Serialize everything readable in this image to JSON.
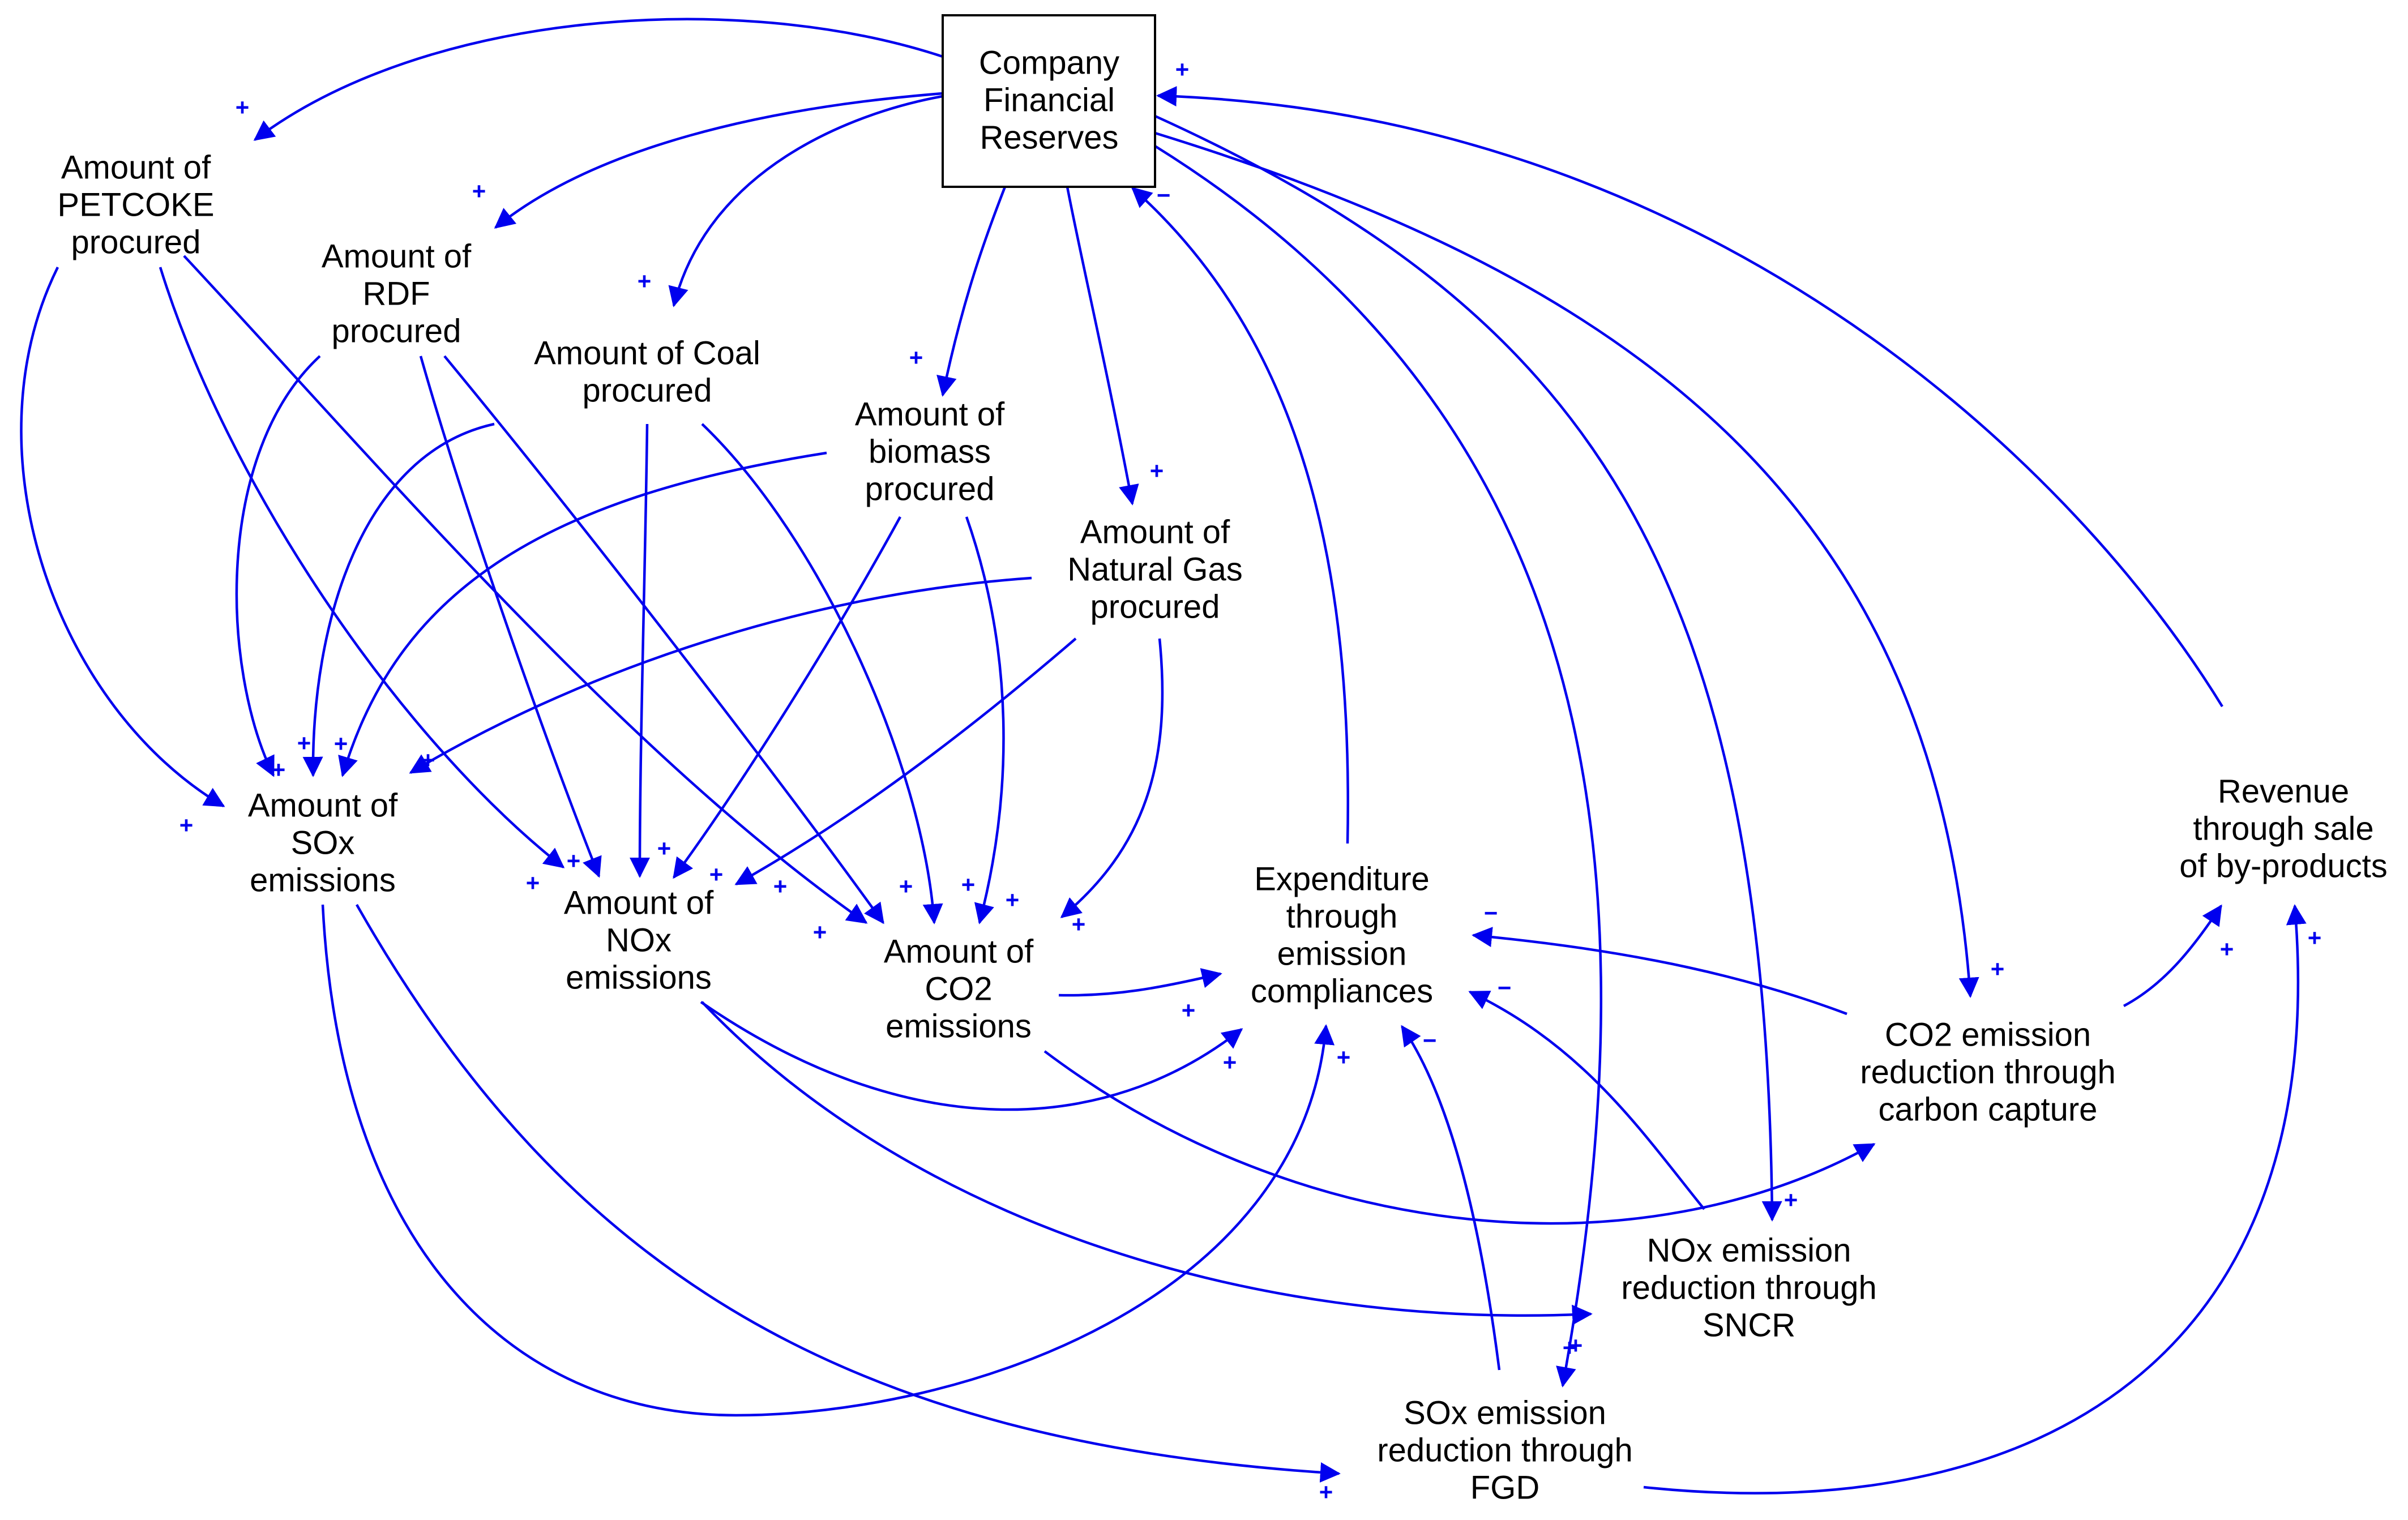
{
  "diagram": {
    "type": "causal-loop",
    "link_color": "#0000ee",
    "text_color": "#000000",
    "nodes": [
      {
        "id": "reserves",
        "lines": [
          "Company",
          "Financial",
          "Reserves"
        ],
        "boxed": true
      },
      {
        "id": "petcoke",
        "lines": [
          "Amount of",
          "PETCOKE",
          "procured"
        ]
      },
      {
        "id": "rdf",
        "lines": [
          "Amount of",
          "RDF",
          "procured"
        ]
      },
      {
        "id": "coal",
        "lines": [
          "Amount of Coal",
          "procured"
        ]
      },
      {
        "id": "biomass",
        "lines": [
          "Amount of",
          "biomass",
          "procured"
        ]
      },
      {
        "id": "natgas",
        "lines": [
          "Amount of",
          "Natural Gas",
          "procured"
        ]
      },
      {
        "id": "sox",
        "lines": [
          "Amount of",
          "SOx",
          "emissions"
        ]
      },
      {
        "id": "nox",
        "lines": [
          "Amount of",
          "NOx",
          "emissions"
        ]
      },
      {
        "id": "co2",
        "lines": [
          "Amount of",
          "CO2",
          "emissions"
        ]
      },
      {
        "id": "expenditure",
        "lines": [
          "Expenditure",
          "through",
          "emission",
          "compliances"
        ]
      },
      {
        "id": "revenue",
        "lines": [
          "Revenue",
          "through sale",
          "of by-products"
        ]
      },
      {
        "id": "carbon_capture",
        "lines": [
          "CO2 emission",
          "reduction through",
          "carbon capture"
        ]
      },
      {
        "id": "sncr",
        "lines": [
          "NOx emission",
          "reduction through",
          "SNCR"
        ]
      },
      {
        "id": "fgd",
        "lines": [
          "SOx emission",
          "reduction through",
          "FGD"
        ]
      }
    ],
    "links": [
      {
        "from": "reserves",
        "to": "petcoke",
        "polarity": "+"
      },
      {
        "from": "reserves",
        "to": "rdf",
        "polarity": "+"
      },
      {
        "from": "reserves",
        "to": "coal",
        "polarity": "+"
      },
      {
        "from": "reserves",
        "to": "biomass",
        "polarity": "+"
      },
      {
        "from": "reserves",
        "to": "natgas",
        "polarity": "+"
      },
      {
        "from": "reserves",
        "to": "carbon_capture",
        "polarity": "+"
      },
      {
        "from": "reserves",
        "to": "sncr",
        "polarity": "+"
      },
      {
        "from": "reserves",
        "to": "fgd",
        "polarity": "+"
      },
      {
        "from": "revenue",
        "to": "reserves",
        "polarity": "+"
      },
      {
        "from": "expenditure",
        "to": "reserves",
        "polarity": "−"
      },
      {
        "from": "petcoke",
        "to": "sox",
        "polarity": "+"
      },
      {
        "from": "petcoke",
        "to": "nox",
        "polarity": "+"
      },
      {
        "from": "petcoke",
        "to": "co2",
        "polarity": "+"
      },
      {
        "from": "rdf",
        "to": "sox",
        "polarity": "+"
      },
      {
        "from": "rdf",
        "to": "nox",
        "polarity": "+"
      },
      {
        "from": "rdf",
        "to": "co2",
        "polarity": "+"
      },
      {
        "from": "coal",
        "to": "sox",
        "polarity": "+"
      },
      {
        "from": "coal",
        "to": "nox",
        "polarity": "+"
      },
      {
        "from": "coal",
        "to": "co2",
        "polarity": "+"
      },
      {
        "from": "biomass",
        "to": "sox",
        "polarity": "+"
      },
      {
        "from": "biomass",
        "to": "nox",
        "polarity": "+"
      },
      {
        "from": "biomass",
        "to": "co2",
        "polarity": "+"
      },
      {
        "from": "natgas",
        "to": "sox",
        "polarity": "+"
      },
      {
        "from": "natgas",
        "to": "nox",
        "polarity": "+"
      },
      {
        "from": "natgas",
        "to": "co2",
        "polarity": "+"
      },
      {
        "from": "sox",
        "to": "expenditure",
        "polarity": "+"
      },
      {
        "from": "nox",
        "to": "expenditure",
        "polarity": "+"
      },
      {
        "from": "co2",
        "to": "expenditure",
        "polarity": "+"
      },
      {
        "from": "sox",
        "to": "fgd",
        "polarity": "+"
      },
      {
        "from": "nox",
        "to": "sncr",
        "polarity": "+"
      },
      {
        "from": "co2",
        "to": "carbon_capture",
        "polarity": "+"
      },
      {
        "from": "carbon_capture",
        "to": "expenditure",
        "polarity": "−"
      },
      {
        "from": "sncr",
        "to": "expenditure",
        "polarity": "−"
      },
      {
        "from": "fgd",
        "to": "expenditure",
        "polarity": "−"
      },
      {
        "from": "carbon_capture",
        "to": "revenue",
        "polarity": "+"
      },
      {
        "from": "fgd",
        "to": "revenue",
        "polarity": "+"
      }
    ]
  }
}
